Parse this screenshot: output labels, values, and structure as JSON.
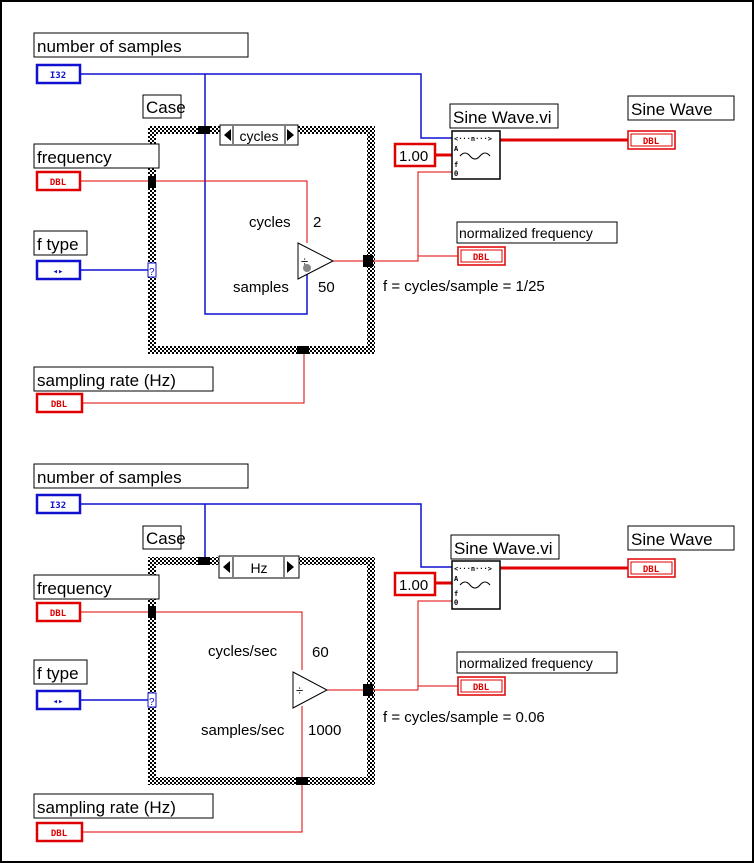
{
  "colors": {
    "numeric_wire": "#e00000",
    "int_wire": "#1010d0",
    "frame_hatch": "#000000",
    "border": "#000000"
  },
  "diagram_top": {
    "labels": {
      "number_of_samples": "number of samples",
      "case": "Case",
      "frequency": "frequency",
      "f_type": "f type",
      "sampling_rate": "sampling rate (Hz)",
      "sine_wave_vi": "Sine Wave.vi",
      "sine_wave": "Sine Wave",
      "normalized_frequency": "normalized frequency"
    },
    "terminals": {
      "number_of_samples": "I32",
      "frequency": "DBL",
      "f_type": "◂▸",
      "sampling_rate": "DBL",
      "sine_wave": "DBL",
      "normalized_frequency": "DBL"
    },
    "case_selector": "cycles",
    "constant": "1.00",
    "case_texts": {
      "numerator_label": "cycles",
      "numerator_value": "2",
      "denominator_label": "samples",
      "denominator_value": "50"
    },
    "divide_symbol": "÷",
    "formula": "f = cycles/sample = 1/25"
  },
  "diagram_bottom": {
    "labels": {
      "number_of_samples": "number of samples",
      "case": "Case",
      "frequency": "frequency",
      "f_type": "f type",
      "sampling_rate": "sampling rate (Hz)",
      "sine_wave_vi": "Sine Wave.vi",
      "sine_wave": "Sine Wave",
      "normalized_frequency": "normalized frequency"
    },
    "terminals": {
      "number_of_samples": "I32",
      "frequency": "DBL",
      "f_type": "◂▸",
      "sampling_rate": "DBL",
      "sine_wave": "DBL",
      "normalized_frequency": "DBL"
    },
    "case_selector": "Hz",
    "constant": "1.00",
    "case_texts": {
      "numerator_label": "cycles/sec",
      "numerator_value": "60",
      "denominator_label": "samples/sec",
      "denominator_value": "1000"
    },
    "divide_symbol": "÷",
    "formula": "f = cycles/sample = 0.06"
  }
}
